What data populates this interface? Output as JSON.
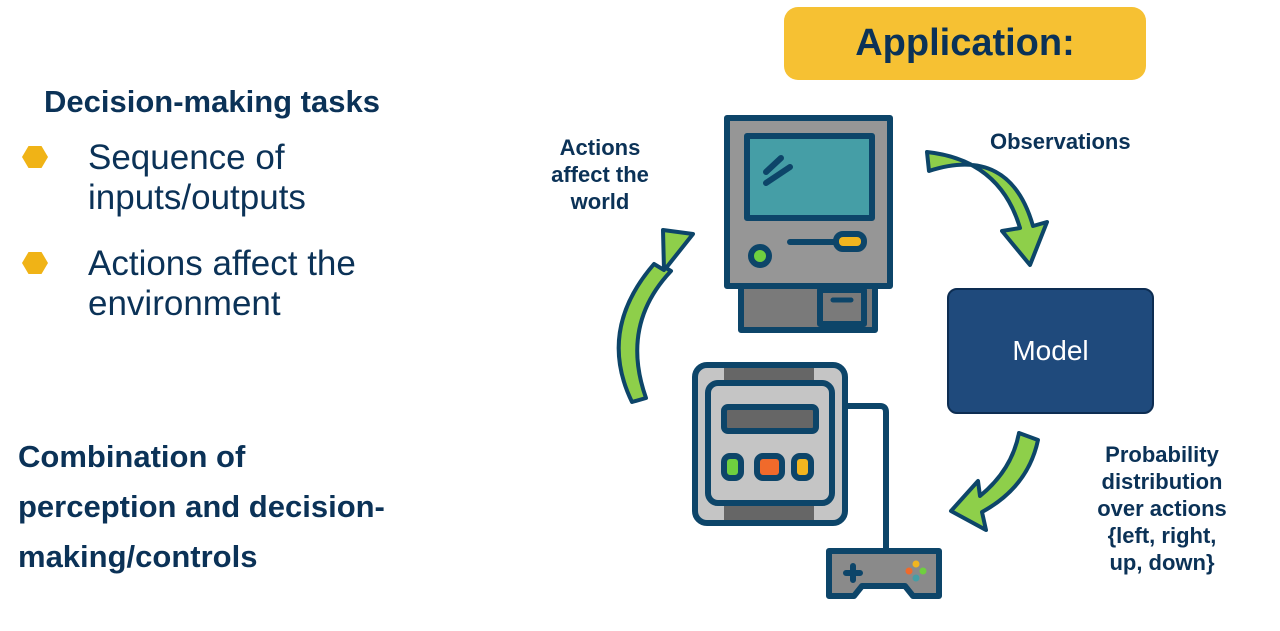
{
  "left": {
    "heading1": "Decision-making tasks",
    "bullets": [
      {
        "icon": "hexagon-bullet-icon",
        "line1": "Sequence of",
        "line2": "inputs/outputs"
      },
      {
        "icon": "hexagon-bullet-icon",
        "line1": "Actions affect the",
        "line2": "environment"
      }
    ],
    "heading2": {
      "line1": "Combination of",
      "line2": "perception and decision-",
      "line3": "making/controls"
    }
  },
  "diagram": {
    "badge": "Application:",
    "actions_label": {
      "line1": "Actions",
      "line2": "affect the",
      "line3": "world"
    },
    "observations_label": "Observations",
    "model_label": "Model",
    "probability_label": {
      "line1": "Probability",
      "line2": "distribution",
      "line3": "over actions",
      "line4": "{left, right,",
      "line5": "up, down}"
    },
    "colors": {
      "navy": "#0b3257",
      "badge_yellow": "#f6c133",
      "model_blue": "#1f4a7c",
      "arrow_green": "#8ecf4a",
      "bullet_orange": "#f0b316"
    }
  }
}
